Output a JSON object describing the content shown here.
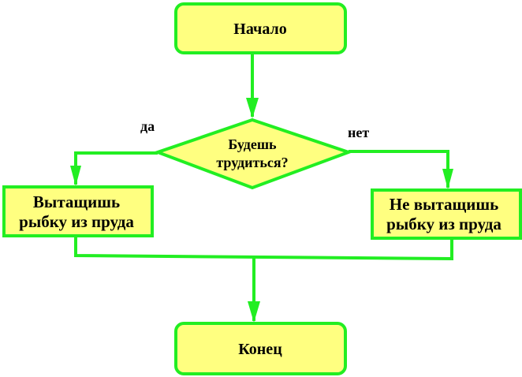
{
  "colors": {
    "line": "#22ee22",
    "fill": "#ffff80",
    "text": "#000000"
  },
  "nodes": {
    "start": "Начало",
    "decision": [
      "Будешь",
      "трудиться?"
    ],
    "yes_branch": [
      "Вытащишь",
      "рыбку из пруда"
    ],
    "no_branch": [
      "Не вытащишь",
      "рыбку из пруда"
    ],
    "end": "Конец"
  },
  "labels": {
    "yes": "да",
    "no": "нет"
  }
}
